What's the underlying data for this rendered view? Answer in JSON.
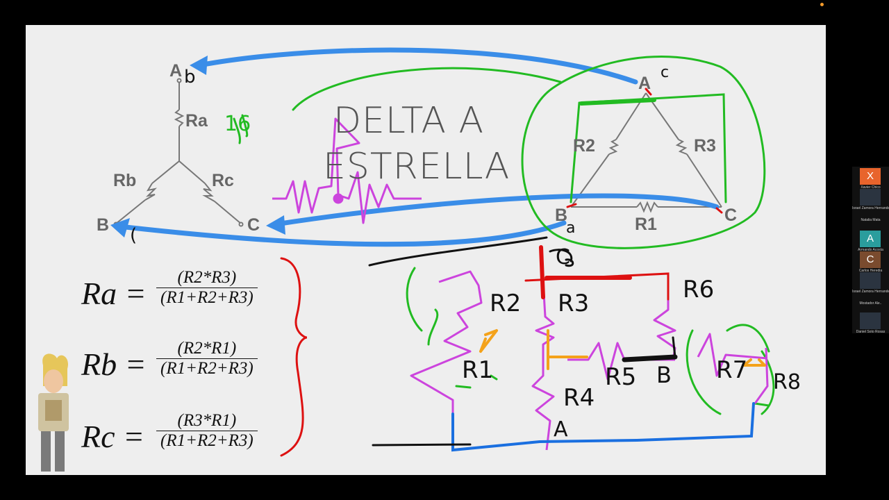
{
  "slide": {
    "title_line1": "DELTA A",
    "title_line2": "ESTRELLA",
    "star_labels": {
      "a": "A",
      "b": "B",
      "c": "C",
      "ra": "Ra",
      "rb": "Rb",
      "rc": "Rc"
    },
    "delta_labels": {
      "a": "A",
      "b": "B",
      "c": "C",
      "r1": "R1",
      "r2": "R2",
      "r3": "R3"
    },
    "formulas": [
      {
        "lhs": "Ra =",
        "num": "(R2*R3)",
        "den": "(R1+R2+R3)"
      },
      {
        "lhs": "Rb =",
        "num": "(R2*R1)",
        "den": "(R1+R2+R3)"
      },
      {
        "lhs": "Rc =",
        "num": "(R3*R1)",
        "den": "(R1+R2+R3)"
      }
    ],
    "annotations": {
      "a_mark": "b",
      "ra_mark": "16",
      "b_mark": "(",
      "a_delta_mark": "c",
      "b_delta_mark": "a",
      "node_c": "C",
      "node_b": "B",
      "node_a": "A",
      "r1": "R1",
      "r2": "R2",
      "r3": "R3",
      "r4": "R4",
      "r5": "R5",
      "r6": "R6",
      "r7": "R7",
      "r8": "R8"
    },
    "colors": {
      "green": "#22bb22",
      "blue": "#3a8de8",
      "magenta": "#cc44dd",
      "red": "#dd1111",
      "orange": "#f4a21a",
      "black": "#111111"
    }
  },
  "participants": [
    {
      "initial": "X",
      "name": "Xavier Chico",
      "color": "#e8642c"
    },
    {
      "initial": "",
      "name": "Israel Zamora Hernandez",
      "color": "#2b3440"
    },
    {
      "initial": "",
      "name": "Natalia Mata",
      "color": "#111111"
    },
    {
      "initial": "A",
      "name": "Armando Acosta",
      "color": "#2a9d9d"
    },
    {
      "initial": "C",
      "name": "Carlos Heredia",
      "color": "#7a4b2e"
    },
    {
      "initial": "",
      "name": "Israel Zamora Hernandez",
      "color": "#2b3440"
    },
    {
      "initial": "",
      "name": "Mostador Ale..",
      "color": "#111111"
    },
    {
      "initial": "",
      "name": "Daniel Soto Rosas",
      "color": "#2b3440"
    }
  ]
}
